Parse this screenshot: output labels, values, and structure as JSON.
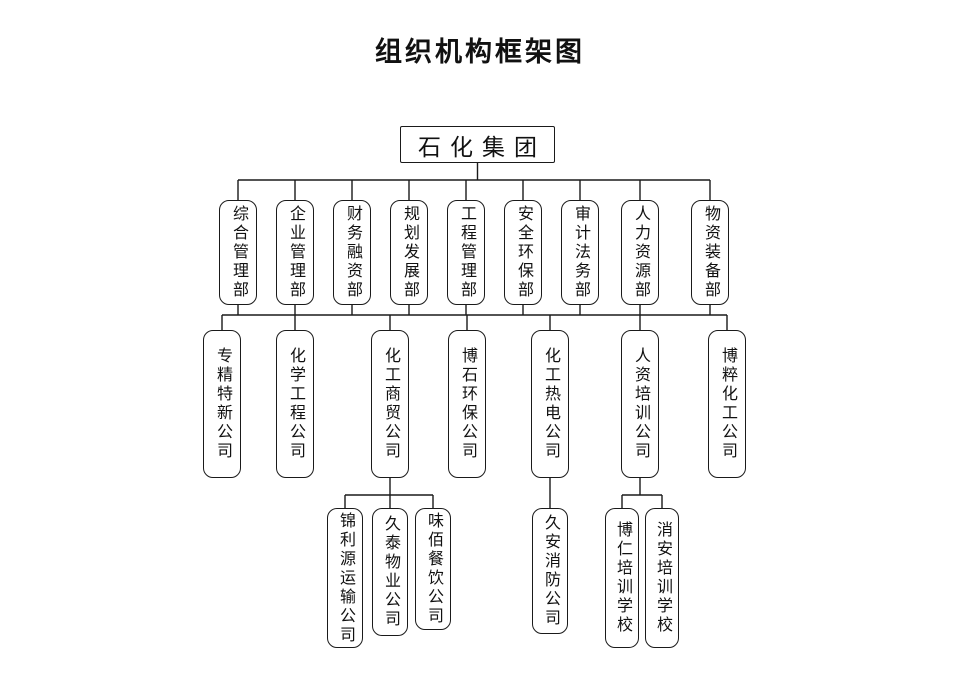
{
  "title": "组织机构框架图",
  "colors": {
    "line": "#1a1a1a",
    "box_bg": "#ffffff",
    "text": "#111111"
  },
  "root": {
    "label": "石化集团"
  },
  "departments": [
    {
      "label": "综合管理部",
      "parent": "石化集团"
    },
    {
      "label": "企业管理部",
      "parent": "石化集团"
    },
    {
      "label": "财务融资部",
      "parent": "石化集团"
    },
    {
      "label": "规划发展部",
      "parent": "石化集团"
    },
    {
      "label": "工程管理部",
      "parent": "石化集团"
    },
    {
      "label": "安全环保部",
      "parent": "石化集团"
    },
    {
      "label": "审计法务部",
      "parent": "石化集团"
    },
    {
      "label": "人力资源部",
      "parent": "石化集团"
    },
    {
      "label": "物资装备部",
      "parent": "石化集团"
    }
  ],
  "companies": [
    {
      "label": "专精特新公司",
      "parent": "石化集团"
    },
    {
      "label": "化学工程公司",
      "parent": "石化集团"
    },
    {
      "label": "化工商贸公司",
      "parent": "石化集团"
    },
    {
      "label": "博石环保公司",
      "parent": "石化集团"
    },
    {
      "label": "化工热电公司",
      "parent": "石化集团"
    },
    {
      "label": "人资培训公司",
      "parent": "石化集团"
    },
    {
      "label": "博粹化工公司",
      "parent": "石化集团"
    }
  ],
  "subsidiaries": [
    {
      "label": "锦利源运输公司",
      "parent": "化工商贸公司"
    },
    {
      "label": "久泰物业公司",
      "parent": "化工商贸公司"
    },
    {
      "label": "味佰餐饮公司",
      "parent": "化工商贸公司"
    },
    {
      "label": "久安消防公司",
      "parent": "化工热电公司"
    },
    {
      "label": "博仁培训学校",
      "parent": "人资培训公司"
    },
    {
      "label": "消安培训学校",
      "parent": "人资培训公司"
    }
  ]
}
